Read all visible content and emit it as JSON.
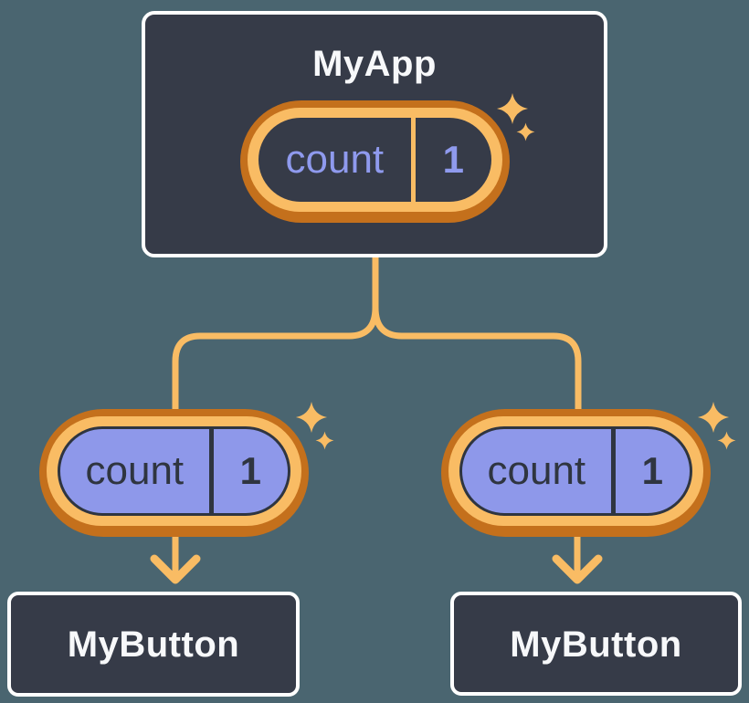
{
  "palette": {
    "background": "#4A6570",
    "card_fill": "#363B48",
    "card_border": "#FFFFFF",
    "card_title_text": "#F7F8FA",
    "connector_orange": "#F9BC64",
    "pill_outer_ring_orange": "#C4701C",
    "pill_fill_purple": "#8E98EA",
    "pill_dark_ink": "#2F3540",
    "pill_text_purple": "#8F9AEE"
  },
  "icons": {
    "sparkle": "four-point-star"
  },
  "tree": {
    "root": {
      "title": "MyApp",
      "state": {
        "name": "count",
        "value": "1"
      }
    },
    "children": [
      {
        "title": "MyButton",
        "state": {
          "name": "count",
          "value": "1"
        }
      },
      {
        "title": "MyButton",
        "state": {
          "name": "count",
          "value": "1"
        }
      }
    ]
  }
}
